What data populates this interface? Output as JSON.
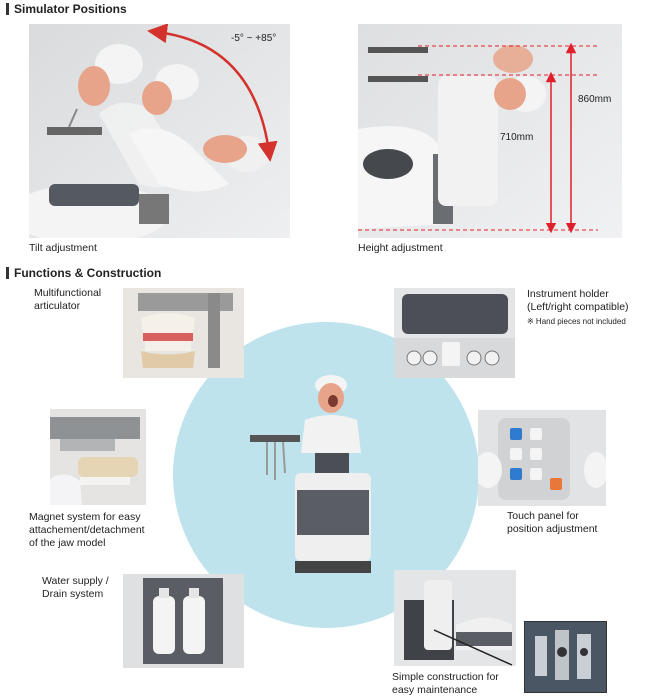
{
  "sections": {
    "positions_title": "Simulator Positions",
    "functions_title": "Functions & Construction"
  },
  "tilt": {
    "range_label": "-5° ~ +85°",
    "caption": "Tilt adjustment"
  },
  "height": {
    "dim_high": "860mm",
    "dim_low": "710mm",
    "caption": "Height adjustment"
  },
  "features": {
    "articulator": [
      "Multifunctional",
      "articulator"
    ],
    "instrument_holder": [
      "Instrument holder",
      "(Left/right compatible)"
    ],
    "instrument_note": "※ Hand pieces not included",
    "magnet": [
      "Magnet system for easy",
      "attachement/detachment",
      "of the jaw model"
    ],
    "touch_panel": [
      "Touch panel for",
      "position adjustment"
    ],
    "water": [
      "Water supply /",
      "Drain system"
    ],
    "construction": [
      "Simple construction for",
      "easy maintenance"
    ]
  },
  "colors": {
    "accent_arrow": "#d4322c",
    "dim_line": "#e0202a",
    "circle_bg": "#bfe3ec",
    "head_skin": "#e8a48a",
    "body_white": "#efefef",
    "base_gray": "#5a5d63"
  }
}
